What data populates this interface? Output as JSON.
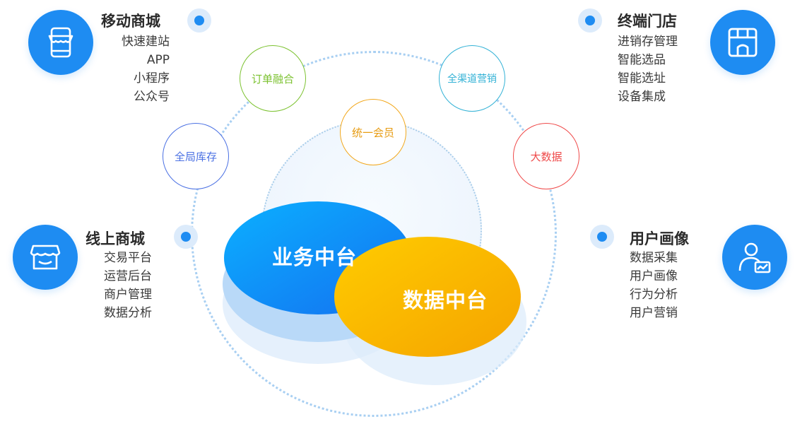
{
  "core": {
    "business": "业务中台",
    "data": "数据中台"
  },
  "capabilities": [
    {
      "label": "订单融合",
      "color": "#7cc230"
    },
    {
      "label": "全渠道营销",
      "color": "#33b2d6"
    },
    {
      "label": "统一会员",
      "color": "#f2a81d"
    },
    {
      "label": "全局库存",
      "color": "#4a70e3"
    },
    {
      "label": "大数据",
      "color": "#ef4a4a"
    }
  ],
  "features": {
    "mobile_mall": {
      "title": "移动商城",
      "items": [
        "快速建站",
        "APP",
        "小程序",
        "公众号"
      ]
    },
    "terminal_store": {
      "title": "终端门店",
      "items": [
        "进销存管理",
        "智能选品",
        "智能选址",
        "设备集成"
      ]
    },
    "online_mall": {
      "title": "线上商城",
      "items": [
        "交易平台",
        "运营后台",
        "商户管理",
        "数据分析"
      ]
    },
    "user_profile": {
      "title": "用户画像",
      "items": [
        "数据采集",
        "用户画像",
        "行为分析",
        "用户营销"
      ]
    }
  },
  "colors": {
    "accent": "#1e8cf2",
    "business_gradient": [
      "#0bb0ff",
      "#1470f0"
    ],
    "data_gradient": [
      "#ffcc00",
      "#f5a300"
    ]
  }
}
